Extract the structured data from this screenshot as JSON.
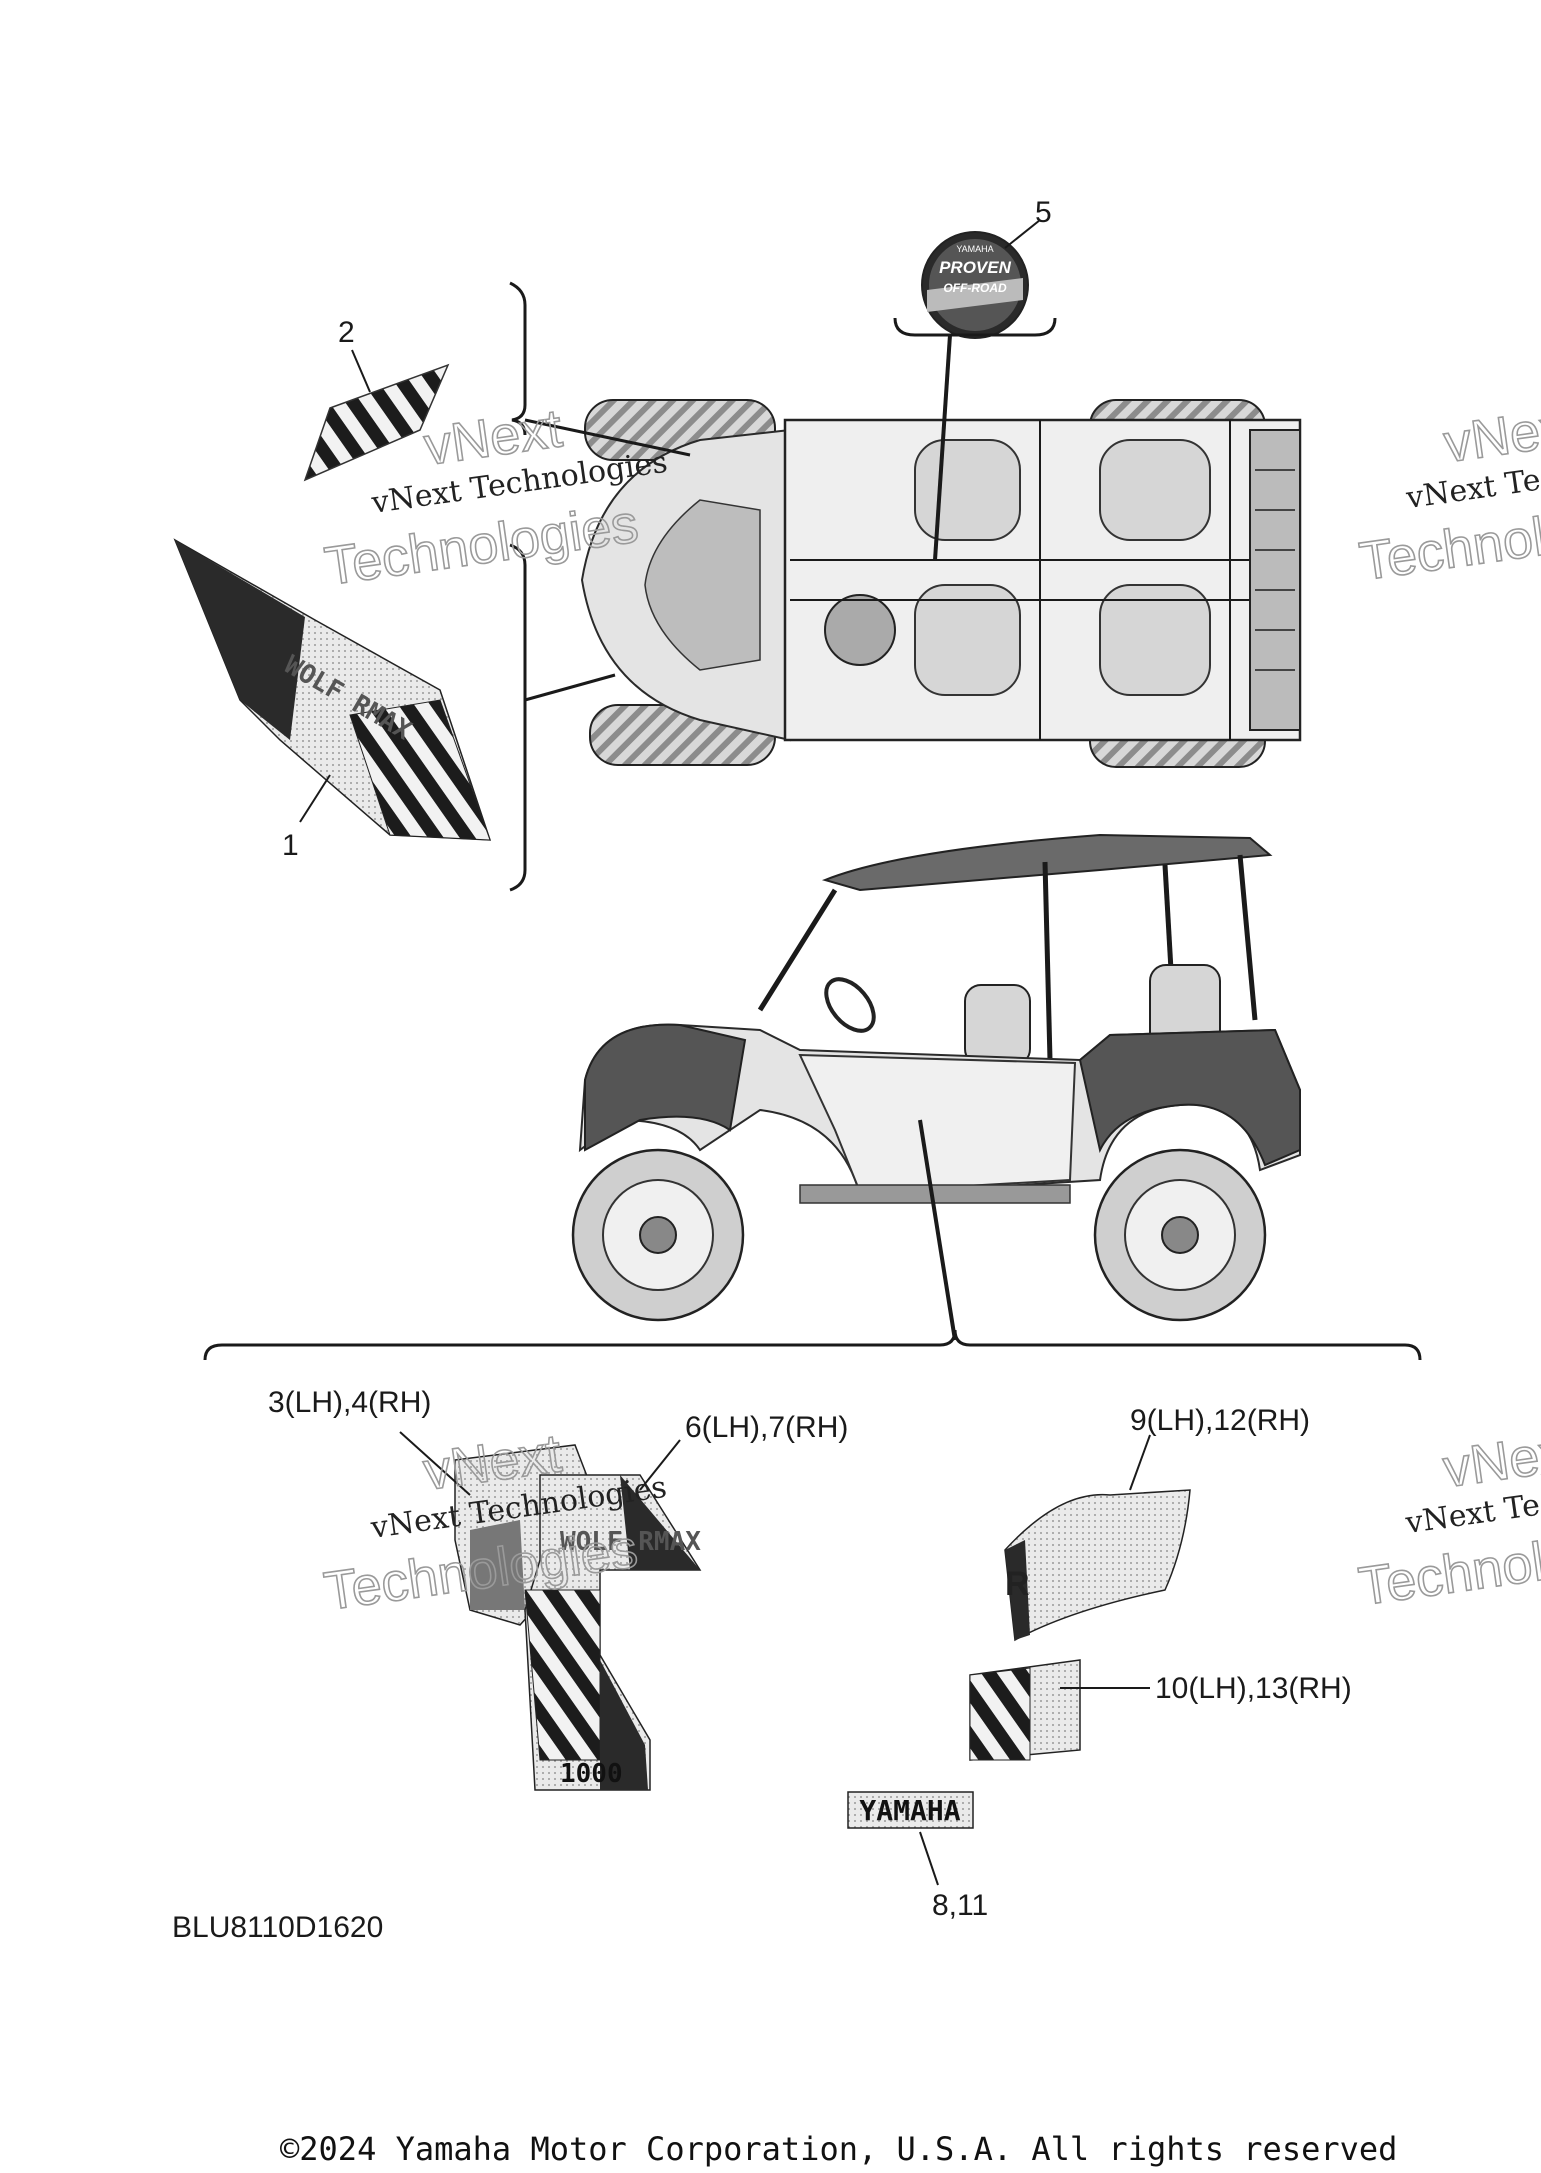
{
  "diagram_code": "BLU8110D1620",
  "copyright": "©2024 Yamaha Motor Corporation, U.S.A. All rights reserved",
  "callouts": {
    "c1": "1",
    "c2": "2",
    "c5": "5",
    "c3_4": "3(LH),4(RH)",
    "c6_7": "6(LH),7(RH)",
    "c9_12": "9(LH),12(RH)",
    "c10_13": "10(LH),13(RH)",
    "c8_11": "8,11"
  },
  "watermark": {
    "line": "vNext Technologies",
    "outline_top": "vNext",
    "outline_bottom": "Technologies"
  },
  "decals": {
    "yamaha_label": "YAMAHA",
    "badge_brand": "YAMAHA",
    "badge_top": "PROVEN",
    "badge_bottom": "OFF-ROAD",
    "model_text": "WOLF RMAX",
    "engine_number": "1000",
    "panel_letter": "R"
  }
}
